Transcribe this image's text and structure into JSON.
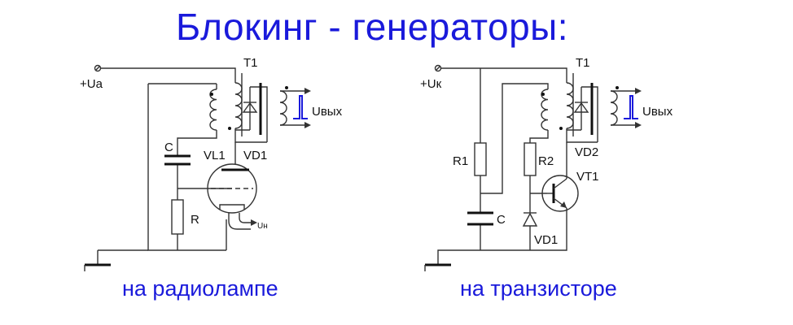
{
  "title": "Блокинг - генераторы:",
  "left_circuit": {
    "caption": "на радиолампе",
    "supply": "+Ua",
    "transformer": "T1",
    "output": "Uвых",
    "capacitor": "C",
    "tube": "VL1",
    "diode": "VD1",
    "resistor": "R",
    "heater": "Uн"
  },
  "right_circuit": {
    "caption": "на транзисторе",
    "supply": "+Uк",
    "transformer": "T1",
    "output": "Uвых",
    "resistor1": "R1",
    "resistor2": "R2",
    "capacitor": "C",
    "diode2": "VD2",
    "diode1": "VD1",
    "transistor": "VT1"
  },
  "colors": {
    "title": "#1a1adb",
    "pulse": "#1a1adb",
    "wire": "#333333"
  }
}
